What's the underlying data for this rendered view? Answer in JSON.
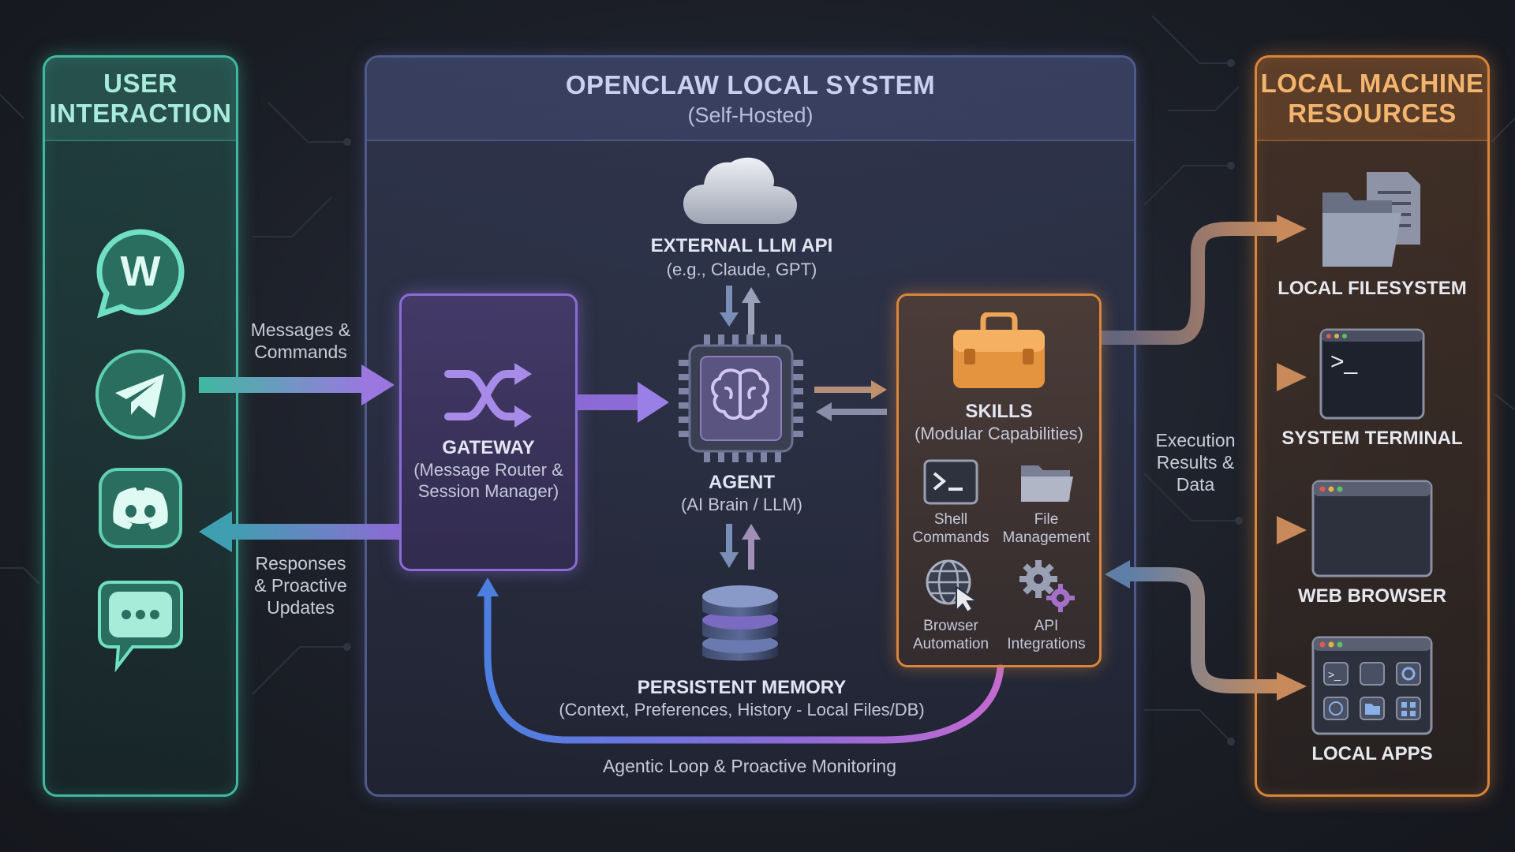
{
  "panels": {
    "user": {
      "title_line1": "USER",
      "title_line2": "INTERACTION"
    },
    "system": {
      "title": "OPENCLAW LOCAL SYSTEM",
      "subtitle": "(Self-Hosted)"
    },
    "resources": {
      "title_line1": "LOCAL MACHINE",
      "title_line2": "RESOURCES"
    }
  },
  "user_channels": [
    {
      "icon": "whatsapp-icon",
      "letter": "W"
    },
    {
      "icon": "telegram-icon"
    },
    {
      "icon": "discord-icon"
    },
    {
      "icon": "chat-bubble-icon"
    }
  ],
  "flows": {
    "messages_in": {
      "line1": "Messages &",
      "line2": "Commands"
    },
    "responses_out": {
      "line1": "Responses",
      "line2": "& Proactive",
      "line3": "Updates"
    },
    "execution": {
      "line1": "Execution",
      "line2": "Results &",
      "line3": "Data"
    },
    "loop": "Agentic Loop & Proactive Monitoring"
  },
  "components": {
    "llm": {
      "title": "EXTERNAL LLM API",
      "subtitle": "(e.g., Claude, GPT)"
    },
    "gateway": {
      "title": "GATEWAY",
      "sub1": "(Message Router &",
      "sub2": "Session Manager)"
    },
    "agent": {
      "title": "AGENT",
      "subtitle": "(AI Brain / LLM)"
    },
    "memory": {
      "title": "PERSISTENT MEMORY",
      "subtitle": "(Context, Preferences, History - Local Files/DB)"
    },
    "skills": {
      "title": "SKILLS",
      "subtitle": "(Modular Capabilities)",
      "items": [
        {
          "line1": "Shell",
          "line2": "Commands"
        },
        {
          "line1": "File",
          "line2": "Management"
        },
        {
          "line1": "Browser",
          "line2": "Automation"
        },
        {
          "line1": "API",
          "line2": "Integrations"
        }
      ]
    }
  },
  "resources": [
    {
      "label": "LOCAL FILESYSTEM",
      "icon": "folder-documents-icon"
    },
    {
      "label": "SYSTEM TERMINAL",
      "icon": "terminal-window-icon",
      "prompt": ">_"
    },
    {
      "label": "WEB BROWSER",
      "icon": "browser-window-icon"
    },
    {
      "label": "LOCAL APPS",
      "icon": "app-grid-icon",
      "prompt": ">_"
    }
  ],
  "colors": {
    "user_accent": "#3fb9a0",
    "gateway_accent": "#8c6bd6",
    "skills_accent": "#d9853b",
    "system_border": "#4d5a8a"
  }
}
